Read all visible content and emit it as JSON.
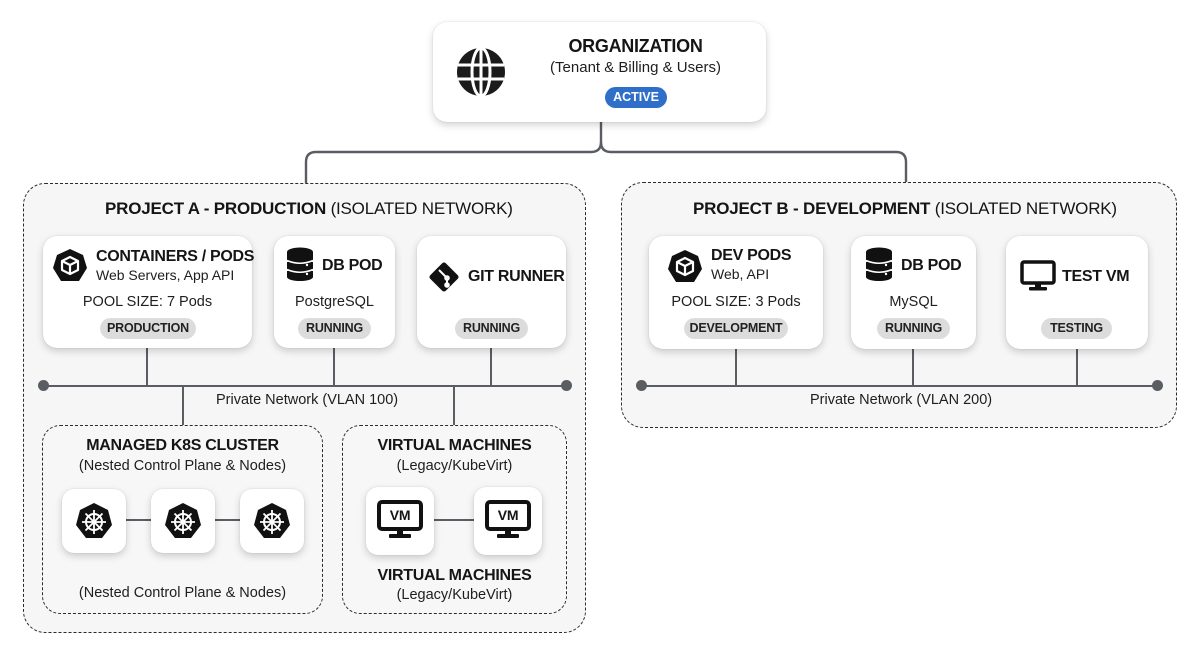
{
  "organization": {
    "title": "ORGANIZATION",
    "subtitle": "(Tenant & Billing & Users)",
    "status": "ACTIVE",
    "status_color": "#2f6fc9",
    "icon": "globe-icon"
  },
  "project_a": {
    "title_bold": "PROJECT A - PRODUCTION",
    "title_light": "(ISOLATED NETWORK)",
    "containers": {
      "icon": "pod-icon",
      "title": "CONTAINERS / PODS",
      "subtitle": "Web Servers, App API",
      "detail": "POOL SIZE: 7 Pods",
      "badge": "PRODUCTION"
    },
    "db_pod": {
      "icon": "database-icon",
      "title": "DB POD",
      "detail": "PostgreSQL",
      "badge": "RUNNING"
    },
    "git_runner": {
      "icon": "git-icon",
      "title": "GIT RUNNER",
      "badge": "RUNNING"
    },
    "network_label": "Private Network (VLAN 100)",
    "k8s_cluster": {
      "title": "MANAGED K8S CLUSTER",
      "subtitle": "(Nested Control Plane & Nodes)",
      "footer": "(Nested Control Plane & Nodes)",
      "nodes": [
        {
          "icon": "kubernetes-icon"
        },
        {
          "icon": "kubernetes-icon"
        },
        {
          "icon": "kubernetes-icon"
        }
      ]
    },
    "virtual_machines": {
      "title": "VIRTUAL MACHINES",
      "subtitle": "(Legacy/KubeVirt)",
      "footer_title": "VIRTUAL MACHINES",
      "footer_subtitle": "(Legacy/KubeVirt)",
      "vm_label": "VM",
      "vms": [
        {
          "icon": "vm-monitor-icon",
          "label": "VM"
        },
        {
          "icon": "vm-monitor-icon",
          "label": "VM"
        }
      ]
    }
  },
  "project_b": {
    "title_bold": "PROJECT B - DEVELOPMENT",
    "title_light": "(ISOLATED NETWORK)",
    "dev_pods": {
      "icon": "pod-icon",
      "title": "DEV PODS",
      "subtitle": "Web, API",
      "detail": "POOL SIZE: 3 Pods",
      "badge": "DEVELOPMENT"
    },
    "db_pod": {
      "icon": "database-icon",
      "title": "DB POD",
      "detail": "MySQL",
      "badge": "RUNNING"
    },
    "test_vm": {
      "icon": "monitor-icon",
      "title": "TEST VM",
      "badge": "TESTING"
    },
    "network_label": "Private Network (VLAN 200)"
  }
}
